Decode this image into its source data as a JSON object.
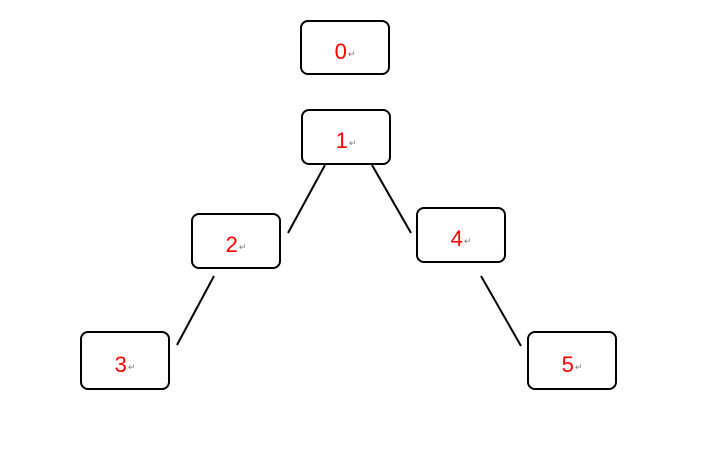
{
  "nodes": {
    "n0": {
      "label": "0",
      "mark": "↵"
    },
    "n1": {
      "label": "1",
      "mark": "↵"
    },
    "n2": {
      "label": "2",
      "mark": "↵"
    },
    "n3": {
      "label": "3",
      "mark": "↵"
    },
    "n4": {
      "label": "4",
      "mark": "↵"
    },
    "n5": {
      "label": "5",
      "mark": "↵"
    }
  },
  "edges": [
    {
      "from": "1",
      "to": "2"
    },
    {
      "from": "1",
      "to": "4"
    },
    {
      "from": "2",
      "to": "3"
    },
    {
      "from": "4",
      "to": "5"
    }
  ],
  "colors": {
    "label": "#ff0000",
    "border": "#000000",
    "line": "#000000"
  }
}
